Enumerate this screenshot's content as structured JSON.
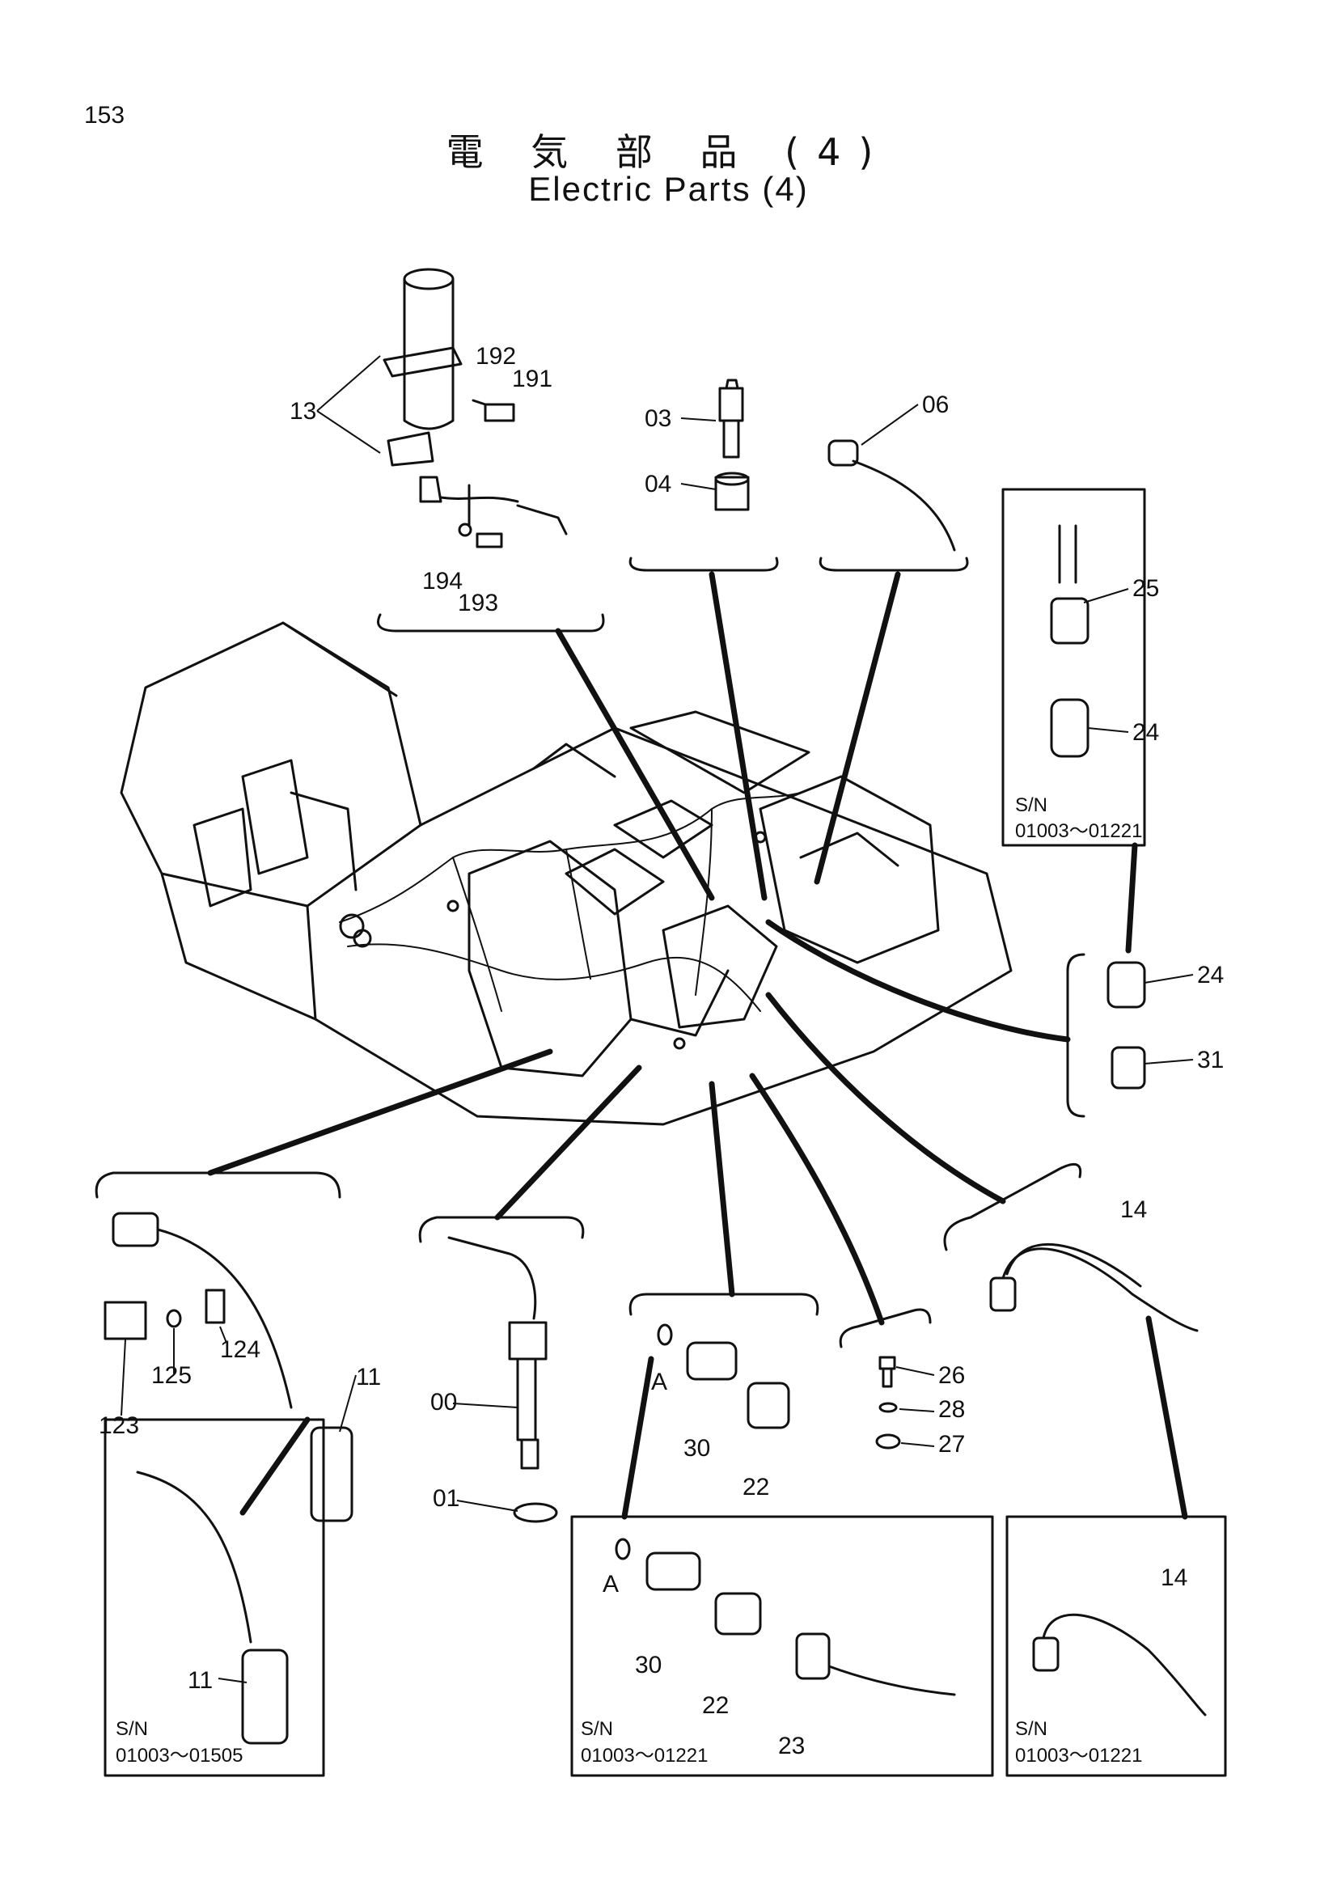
{
  "page_number": "153",
  "title_jp": "電 気 部 品 (4)",
  "title_en": "Electric Parts (4)",
  "labels": {
    "p13": "13",
    "p192": "192",
    "p191": "191",
    "p194": "194",
    "p193": "193",
    "p03": "03",
    "p04": "04",
    "p06": "06",
    "p25": "25",
    "p24a": "24",
    "p24b": "24",
    "p31": "31",
    "p14a": "14",
    "p14b": "14",
    "p26": "26",
    "p28": "28",
    "p27": "27",
    "p30a": "30",
    "p30b": "30",
    "p22a": "22",
    "p22b": "22",
    "p23": "23",
    "pAa": "A",
    "pAb": "A",
    "p00": "00",
    "p01": "01",
    "p124": "124",
    "p125": "125",
    "p123": "123",
    "p11a": "11",
    "p11b": "11"
  },
  "serials": {
    "sn_label": "S/N",
    "box_24_25": "01003～01221",
    "box_11": "01003～01505",
    "box_22_23": "01003～01221",
    "box_14": "01003～01221"
  }
}
